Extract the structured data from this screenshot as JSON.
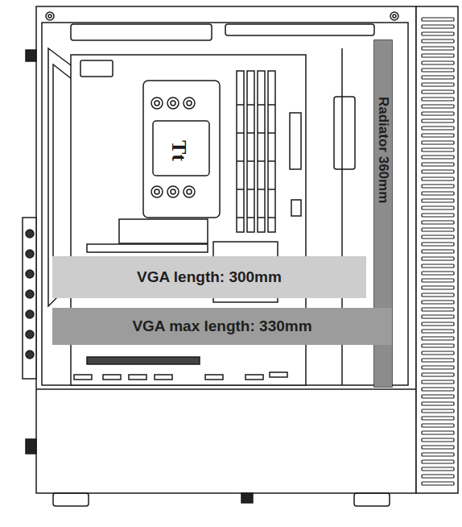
{
  "diagram": {
    "nodes": [
      {
        "text": [
          "Radiator 360mm"
        ]
      },
      {
        "text": [
          "VGA length: 300mm"
        ]
      },
      {
        "text": [
          "VGA max length: 330mm"
        ]
      }
    ],
    "edges": [],
    "labels": [
      "Tt"
    ]
  }
}
